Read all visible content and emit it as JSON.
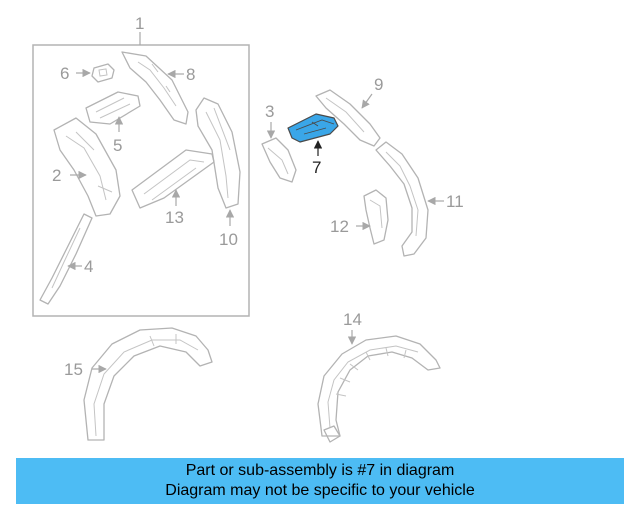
{
  "colors": {
    "banner_bg": "#4dbcf4",
    "highlight_fill": "#3aa6e8",
    "line_gray": "#b3b3b3"
  },
  "callouts": {
    "c1": "1",
    "c2": "2",
    "c3": "3",
    "c4": "4",
    "c5": "5",
    "c6": "6",
    "c7": "7",
    "c8": "8",
    "c9": "9",
    "c10": "10",
    "c11": "11",
    "c12": "12",
    "c13": "13",
    "c14": "14",
    "c15": "15"
  },
  "banner": {
    "line1": "Part or sub-assembly is #7 in diagram",
    "line2": "Diagram may not be specific to your vehicle"
  }
}
